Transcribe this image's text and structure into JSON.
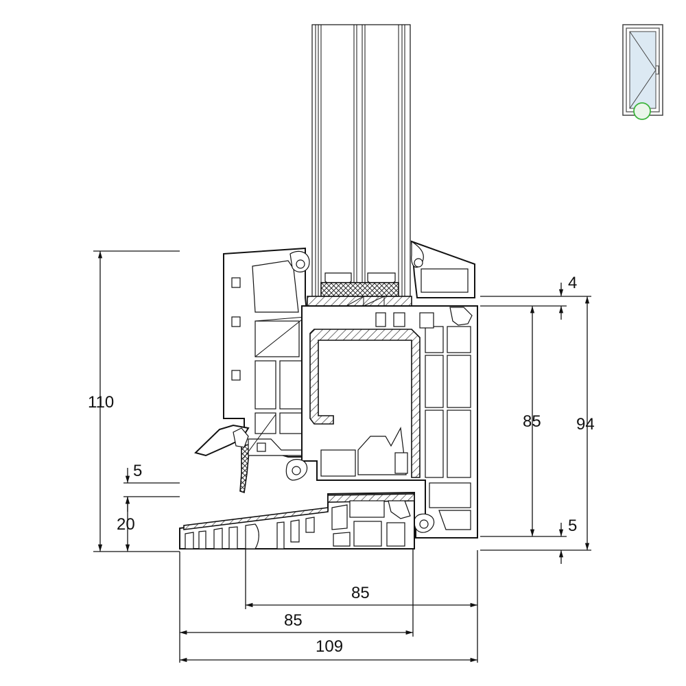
{
  "dimensions": {
    "total_height": "110",
    "gap_top": "5",
    "sill_height": "20",
    "overlap_top": "4",
    "frame_depth_inner": "85",
    "frame_height": "94",
    "overlap_bottom": "5",
    "sash_width": "85",
    "frame_width": "85",
    "sill_width": "109"
  },
  "thumbnail": {
    "accent_color": "#3cb43c",
    "glass_color": "#dce9f3",
    "icon": "casement-window-icon"
  }
}
